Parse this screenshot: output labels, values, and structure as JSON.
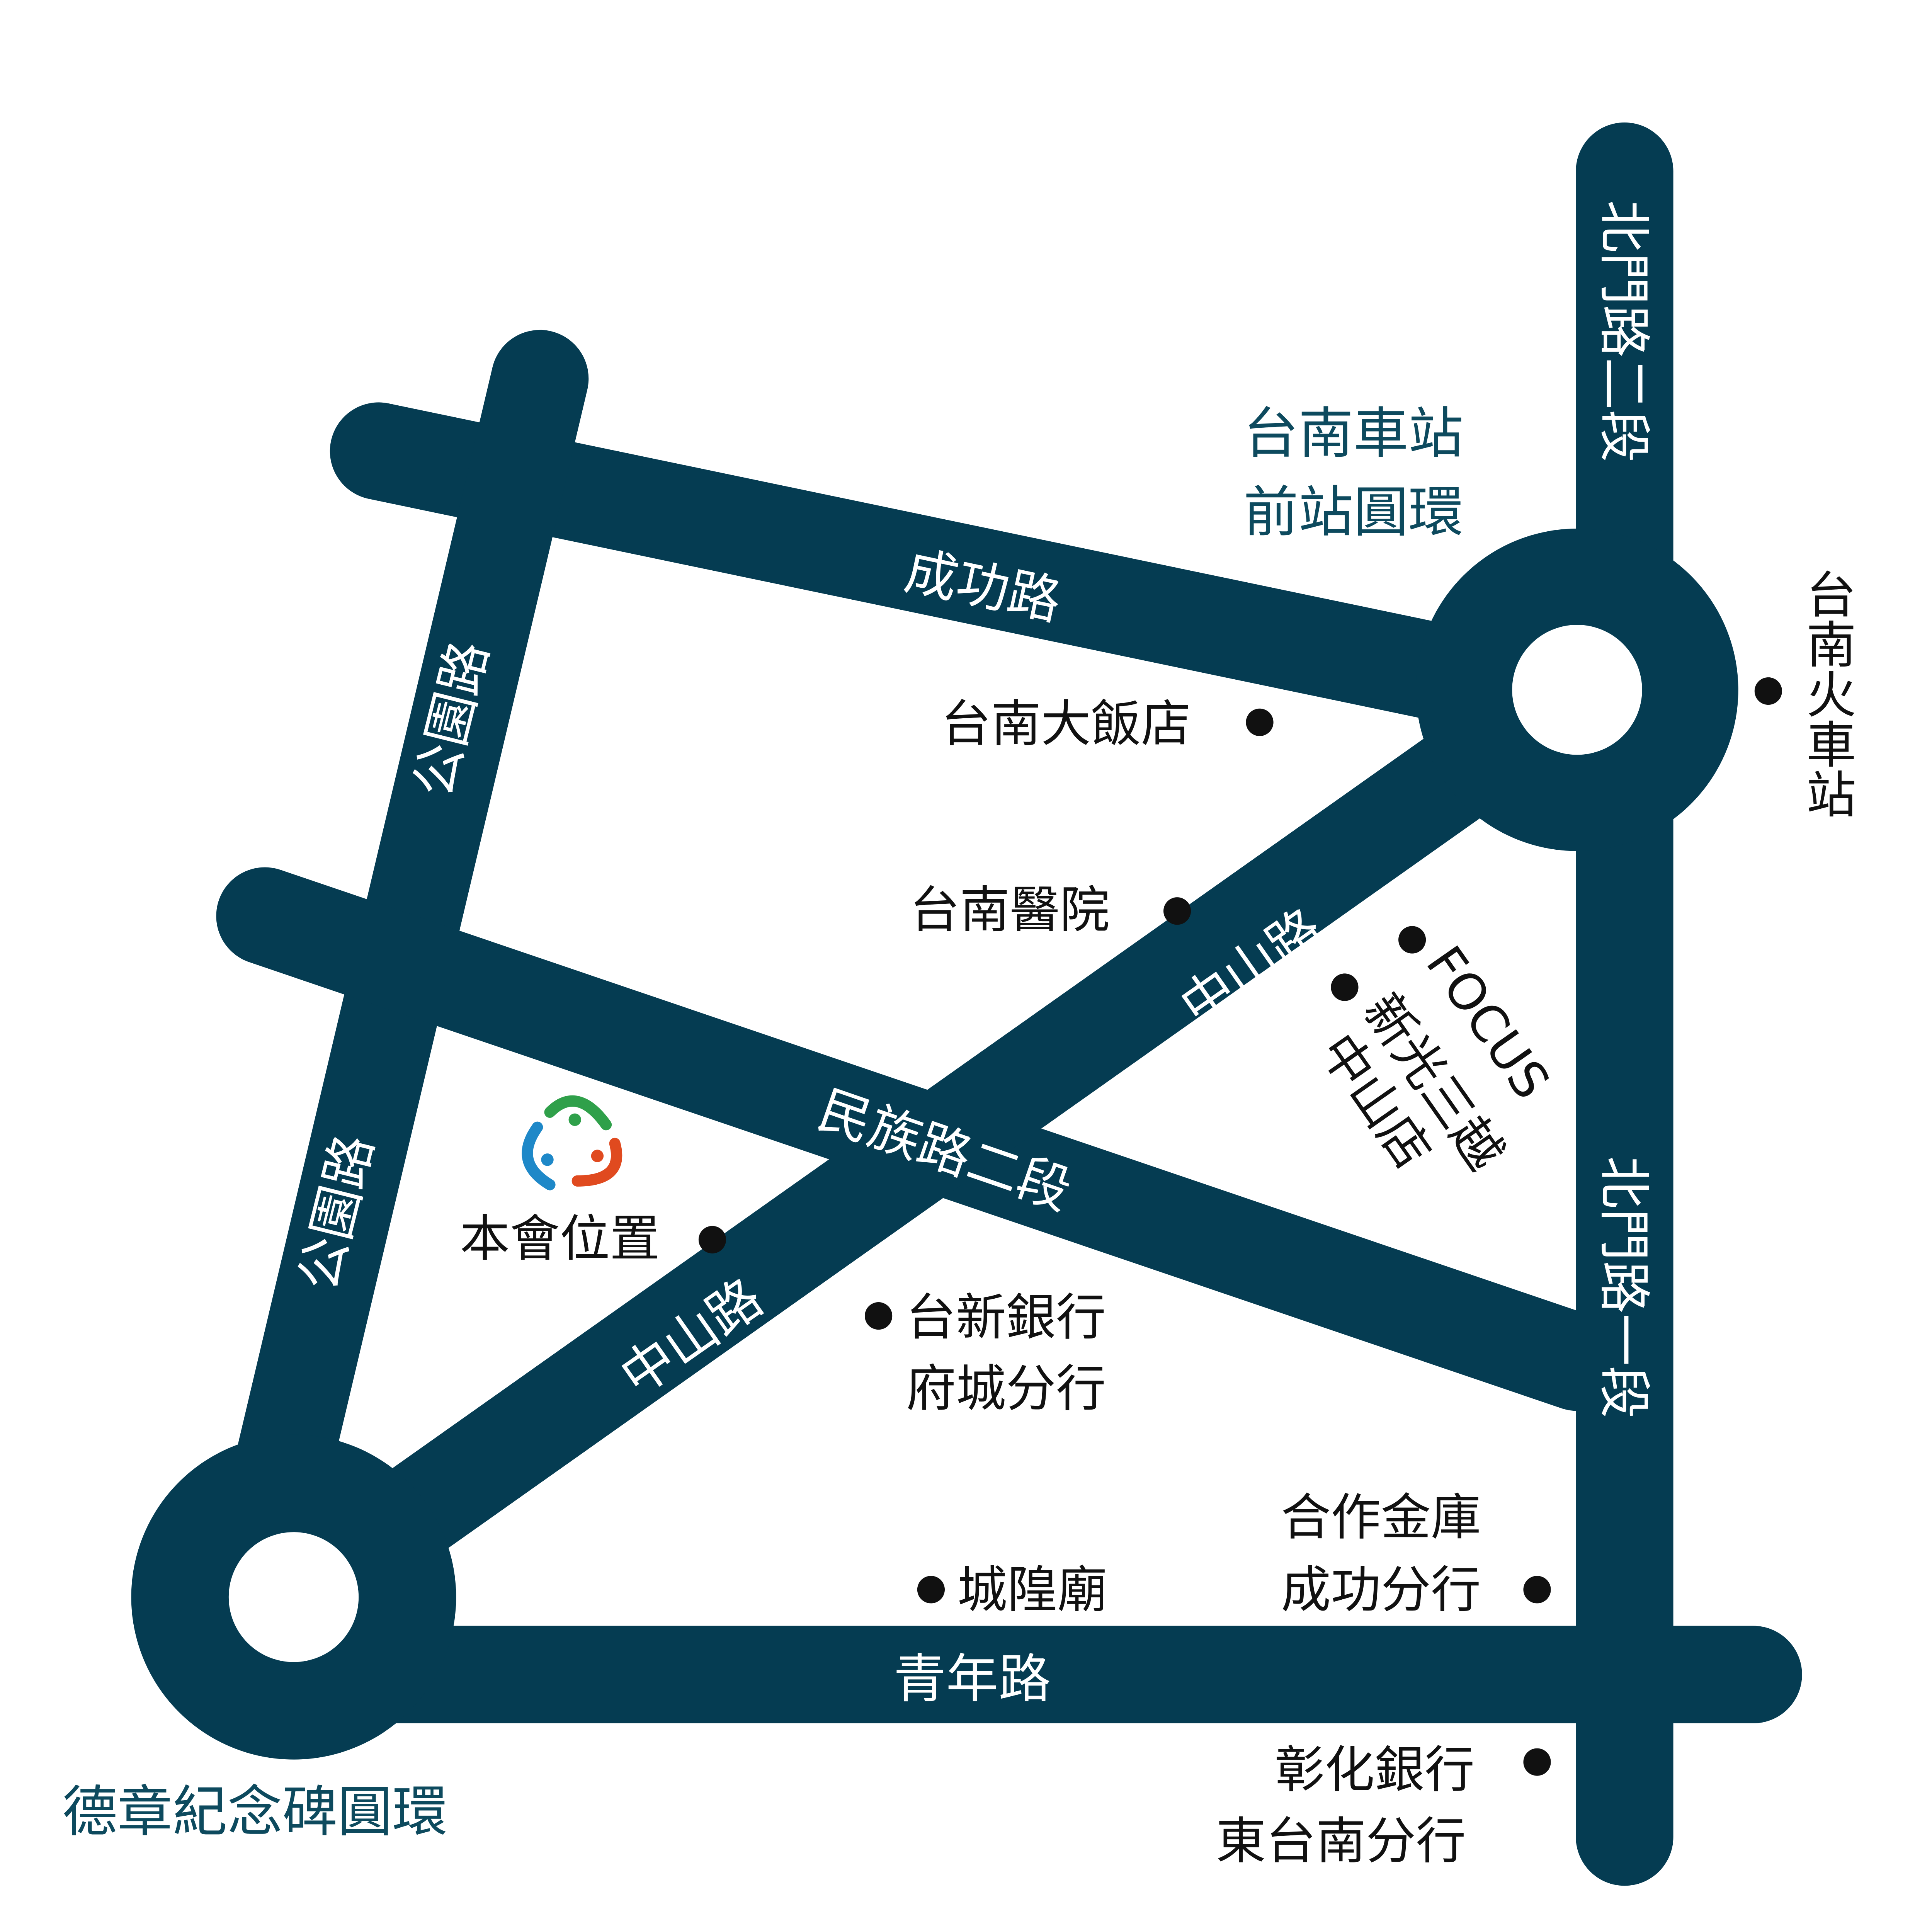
{
  "colors": {
    "road": "#053c52",
    "landmark_text": "#0d4a5e",
    "place_text": "#111111"
  },
  "roads": {
    "chenggong": "成功路",
    "gongyuan_upper": "公園路",
    "gongyuan_lower": "公園路",
    "minzu": "民族路二段",
    "zhongshan_upper": "中山路",
    "zhongshan_lower": "中山路",
    "beimen_2": "北門路二段",
    "beimen_1": "北門路一段",
    "qingnian": "青年路"
  },
  "landmarks": {
    "station_circle_line1": "台南車站",
    "station_circle_line2": "前站圓環",
    "dezhang_circle": "德章紀念碑圓環"
  },
  "places": {
    "tainan_station": "台南火車站",
    "hotel": "台南大飯店",
    "hospital": "台南醫院",
    "focus": "FOCUS",
    "shinkong_line1": "新光三越",
    "shinkong_line2": "中山店",
    "office": "本會位置",
    "taishin_line1": "台新銀行",
    "taishin_line2": "府城分行",
    "temple": "城隍廟",
    "coop_line1": "合作金庫",
    "coop_line2": "成功分行",
    "changhua_line1": "彰化銀行",
    "changhua_line2": "東台南分行"
  }
}
